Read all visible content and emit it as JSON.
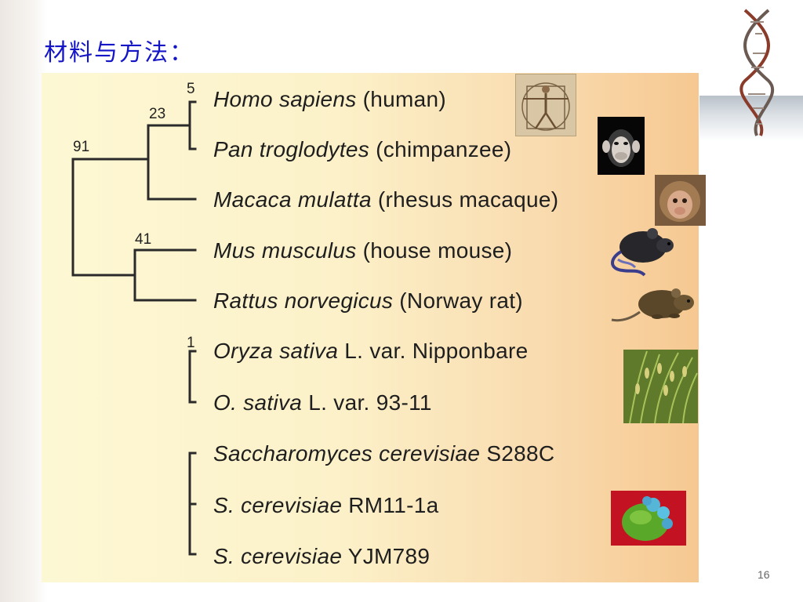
{
  "slide": {
    "title": "材料与方法：",
    "page_number": "16"
  },
  "tree": {
    "support_values": [
      "5",
      "23",
      "91",
      "41",
      "1"
    ],
    "taxa": [
      {
        "scientific": "Homo sapiens",
        "common": " (human)"
      },
      {
        "scientific": "Pan troglodytes",
        "common": " (chimpanzee)"
      },
      {
        "scientific": "Macaca mulatta",
        "common": " (rhesus macaque)"
      },
      {
        "scientific": "Mus musculus",
        "common": " (house mouse)"
      },
      {
        "scientific": "Rattus norvegicus",
        "common": " (Norway rat)"
      },
      {
        "scientific": "Oryza sativa",
        "common": " L. var. Nipponbare"
      },
      {
        "scientific": "O. sativa",
        "common": " L. var. 93-11"
      },
      {
        "scientific": "Saccharomyces cerevisiae",
        "common": " S288C"
      },
      {
        "scientific": "S. cerevisiae",
        "common": " RM11-1a"
      },
      {
        "scientific": "S. cerevisiae",
        "common": " YJM789"
      }
    ]
  },
  "images": [
    {
      "icon": "vitruvian-man-image"
    },
    {
      "icon": "chimpanzee-image"
    },
    {
      "icon": "macaque-image"
    },
    {
      "icon": "mouse-image"
    },
    {
      "icon": "rat-image"
    },
    {
      "icon": "rice-plant-image"
    },
    {
      "icon": "yeast-cell-image"
    }
  ],
  "colors": {
    "title": "#1515c8",
    "panel_left": "#fdf8d4",
    "panel_right": "#f6c891"
  }
}
